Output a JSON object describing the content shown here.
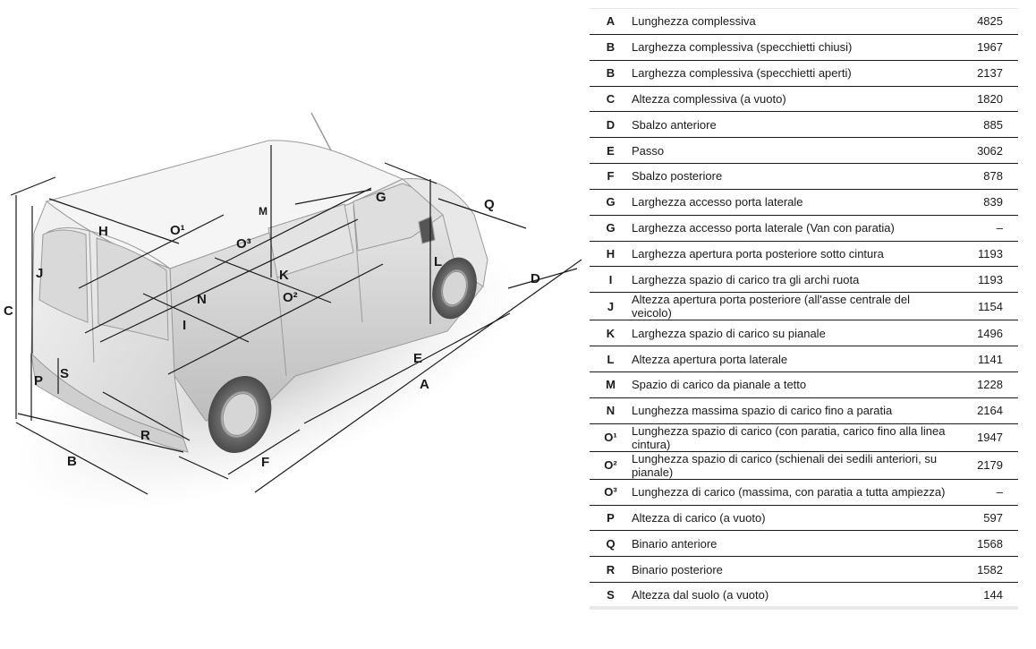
{
  "figure": {
    "labels": {
      "A": "A",
      "B": "B",
      "C": "C",
      "D": "D",
      "E": "E",
      "F": "F",
      "G": "G",
      "H": "H",
      "I": "I",
      "J": "J",
      "K": "K",
      "L": "L",
      "M": "M",
      "N": "N",
      "O1": "O¹",
      "O2": "O²",
      "O3": "O³",
      "P": "P",
      "Q": "Q",
      "R": "R",
      "S": "S"
    }
  },
  "table": {
    "rows": [
      {
        "code": "A",
        "desc": "Lunghezza complessiva",
        "value": "4825"
      },
      {
        "code": "B",
        "desc": "Larghezza complessiva (specchietti chiusi)",
        "value": "1967"
      },
      {
        "code": "B",
        "desc": "Larghezza complessiva (specchietti aperti)",
        "value": "2137"
      },
      {
        "code": "C",
        "desc": "Altezza complessiva (a vuoto)",
        "value": "1820"
      },
      {
        "code": "D",
        "desc": "Sbalzo anteriore",
        "value": "885"
      },
      {
        "code": "E",
        "desc": "Passo",
        "value": "3062"
      },
      {
        "code": "F",
        "desc": "Sbalzo posteriore",
        "value": "878"
      },
      {
        "code": "G",
        "desc": "Larghezza accesso porta laterale",
        "value": "839"
      },
      {
        "code": "G",
        "desc": "Larghezza accesso porta laterale (Van con paratia)",
        "value": "–"
      },
      {
        "code": "H",
        "desc": "Larghezza apertura porta posteriore sotto cintura",
        "value": "1193"
      },
      {
        "code": "I",
        "desc": "Larghezza spazio di carico tra gli archi ruota",
        "value": "1193"
      },
      {
        "code": "J",
        "desc": "Altezza apertura porta posteriore (all'asse centrale del veicolo)",
        "value": "1154"
      },
      {
        "code": "K",
        "desc": "Larghezza spazio di carico su pianale",
        "value": "1496"
      },
      {
        "code": "L",
        "desc": "Altezza apertura porta laterale",
        "value": "1141"
      },
      {
        "code": "M",
        "desc": "Spazio di carico da pianale a tetto",
        "value": "1228"
      },
      {
        "code": "N",
        "desc": "Lunghezza massima spazio di carico fino a paratia",
        "value": "2164"
      },
      {
        "code": "O¹",
        "desc": "Lunghezza spazio di carico (con paratia, carico fino alla linea cintura)",
        "value": "1947"
      },
      {
        "code": "O²",
        "desc": "Lunghezza spazio di carico (schienali dei sedili anteriori, su pianale)",
        "value": "2179"
      },
      {
        "code": "O³",
        "desc": "Lunghezza di carico (massima, con paratia a tutta ampiezza)",
        "value": "–"
      },
      {
        "code": "P",
        "desc": "Altezza di carico (a vuoto)",
        "value": "597"
      },
      {
        "code": "Q",
        "desc": "Binario anteriore",
        "value": "1568"
      },
      {
        "code": "R",
        "desc": "Binario posteriore",
        "value": "1582"
      },
      {
        "code": "S",
        "desc": "Altezza dal suolo (a vuoto)",
        "value": "144"
      }
    ]
  }
}
